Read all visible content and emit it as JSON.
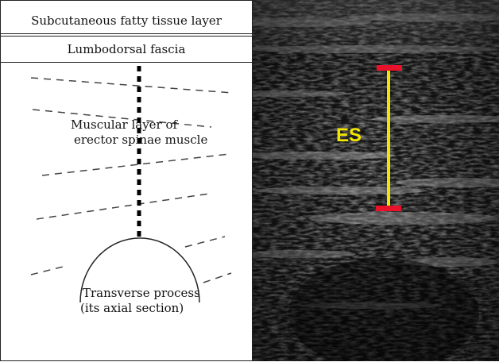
{
  "diagram": {
    "layer_top": "Subcutaneous fatty tissue layer",
    "layer_fascia": "Lumbodorsal fascia",
    "muscle_line1": "Muscular layer of",
    "muscle_line2": "erector spinae muscle",
    "tp_line1": "Transverse process",
    "tp_line2": "(its axial section)"
  },
  "ultrasound": {
    "measure_label": "ES",
    "measure_color": "#f2e600",
    "cap_color": "#e8132a"
  }
}
